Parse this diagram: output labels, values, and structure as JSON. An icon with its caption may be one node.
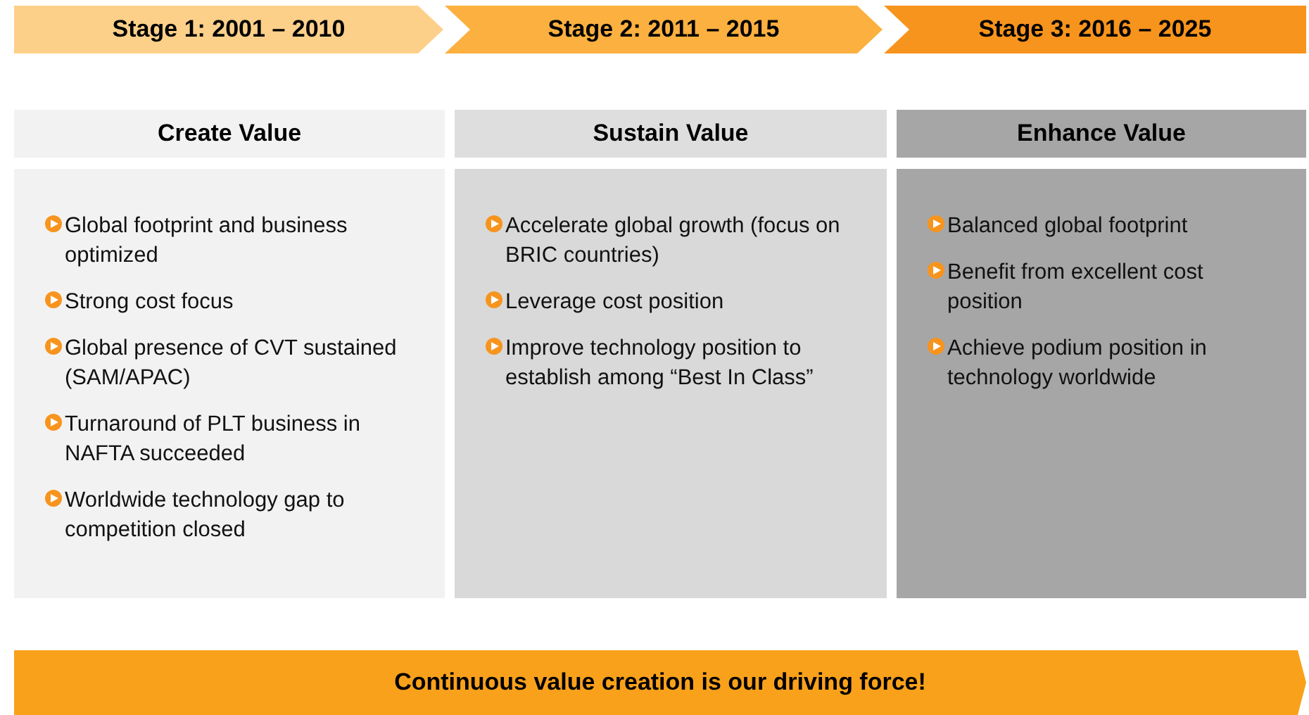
{
  "diagram": {
    "nodes": [
      {
        "text": [
          "Stage 1: 2001 – 2010"
        ]
      },
      {
        "text": [
          "Stage 2: 2011 – 2015"
        ]
      },
      {
        "text": [
          "Stage 3: 2016 – 2025"
        ]
      },
      {
        "text": [
          "Create Value"
        ]
      },
      {
        "text": [
          "Sustain Value"
        ]
      },
      {
        "text": [
          "Enhance Value"
        ]
      },
      {
        "text": [
          "Global footprint and business optimized",
          "Strong cost focus",
          "Global presence of CVT sustained (SAM/APAC)",
          "Turnaround of PLT business in NAFTA succeeded",
          "Worldwide technology gap to competition closed"
        ]
      },
      {
        "text": [
          "Accelerate global growth (focus on BRIC countries)",
          "Leverage cost position",
          "Improve technology position to establish among “Best In Class”"
        ]
      },
      {
        "text": [
          "Balanced global footprint",
          "Benefit from excellent cost position",
          "Achieve podium position in technology worldwide"
        ]
      },
      {
        "text": [
          "Continuous value creation is our driving force!"
        ]
      }
    ]
  }
}
